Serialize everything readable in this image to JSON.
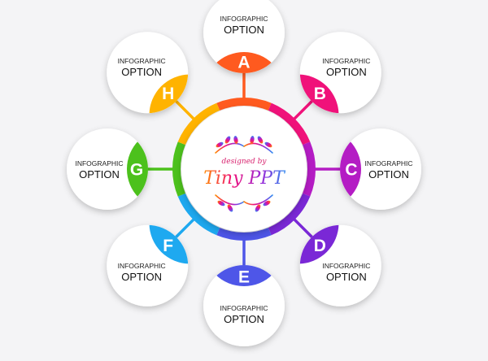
{
  "center": {
    "tagline": "designed by",
    "brand": "Tiny PPT"
  },
  "options": [
    {
      "letter": "A",
      "label_small": "INFOGRAPHIC",
      "label_big": "OPTION",
      "color": "#ff5a1f"
    },
    {
      "letter": "B",
      "label_small": "INFOGRAPHIC",
      "label_big": "OPTION",
      "color": "#f0127a"
    },
    {
      "letter": "C",
      "label_small": "INFOGRAPHIC",
      "label_big": "OPTION",
      "color": "#b41cc4"
    },
    {
      "letter": "D",
      "label_small": "INFOGRAPHIC",
      "label_big": "OPTION",
      "color": "#7a28d6"
    },
    {
      "letter": "E",
      "label_small": "INFOGRAPHIC",
      "label_big": "OPTION",
      "color": "#4e56e8"
    },
    {
      "letter": "F",
      "label_small": "INFOGRAPHIC",
      "label_big": "OPTION",
      "color": "#1ea9f0"
    },
    {
      "letter": "G",
      "label_small": "INFOGRAPHIC",
      "label_big": "OPTION",
      "color": "#4cc11c"
    },
    {
      "letter": "H",
      "label_small": "INFOGRAPHIC",
      "label_big": "OPTION",
      "color": "#ffb300"
    }
  ]
}
